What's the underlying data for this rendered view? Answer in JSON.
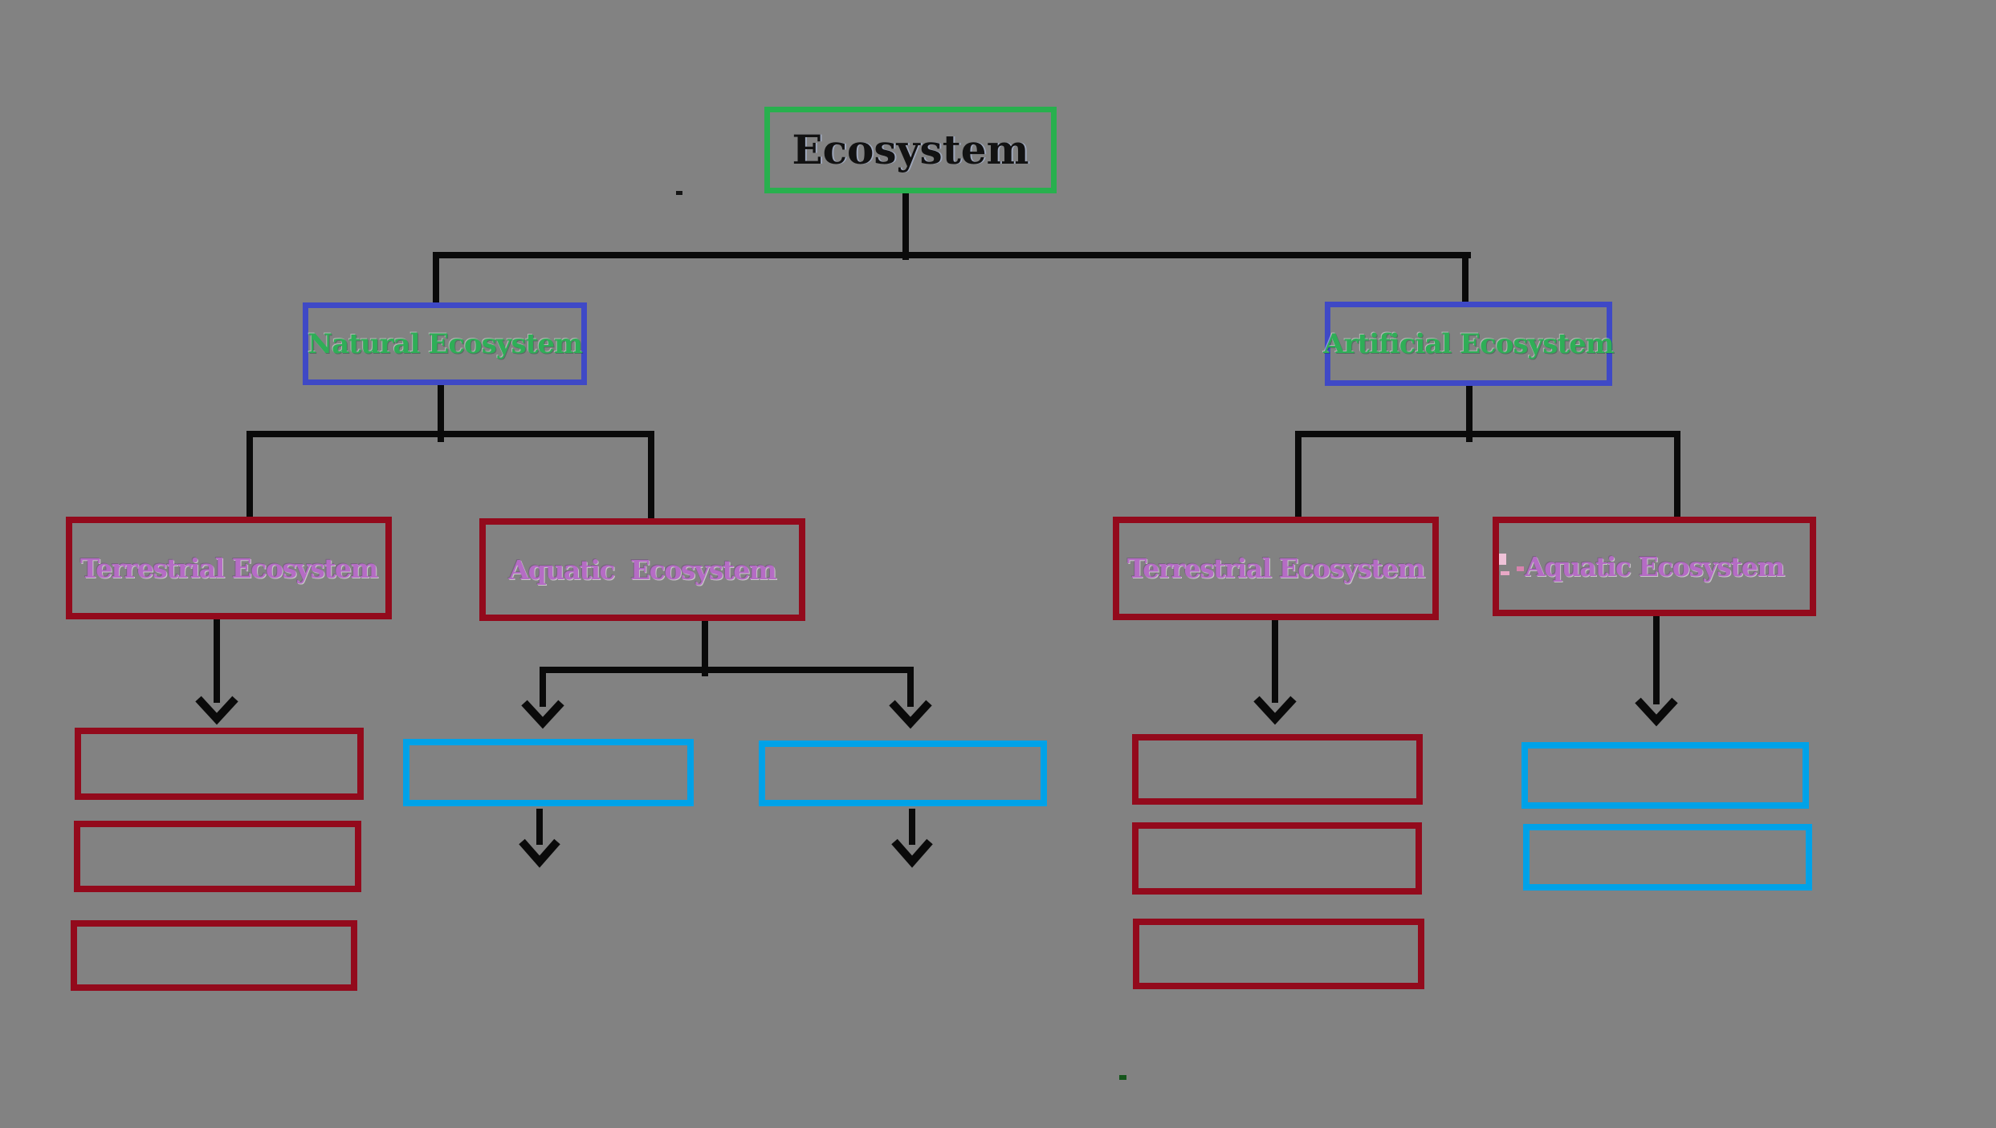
{
  "page": {
    "background_color": "#828282"
  },
  "diagram": {
    "type": "tree-flowchart",
    "root": {
      "label": "Ecosystem",
      "border_color": "#28B04E",
      "text_color": "#121212"
    },
    "level2": {
      "natural": {
        "label": "Natural Ecosystem",
        "border_color": "#3F49C6",
        "text_color": "#2FAE57"
      },
      "artificial": {
        "label": "Artificial Ecosystem",
        "border_color": "#3F49C6",
        "text_color": "#2FAE57"
      }
    },
    "level3": {
      "natural_terrestrial": {
        "label": "Terrestrial Ecosystem",
        "border_color": "#930A1C",
        "text_color": "#B56CC5"
      },
      "natural_aquatic": {
        "label": "Aquatic  Ecosystem",
        "border_color": "#930A1C",
        "text_color": "#B56CC5"
      },
      "artificial_terrestrial": {
        "label": "Terrestrial Ecosystem",
        "border_color": "#930A1C",
        "text_color": "#B56CC5"
      },
      "artificial_aquatic": {
        "label": "Aquatic Ecosystem",
        "border_color": "#930A1C",
        "text_color": "#B56CC5"
      }
    },
    "empty_boxes": {
      "under_natural_terrestrial": {
        "count": 3,
        "border_color": "#930A1C",
        "label": ""
      },
      "under_natural_aquatic": {
        "count": 2,
        "border_color": "#00A2E8",
        "label": ""
      },
      "under_artificial_terrestrial": {
        "count": 3,
        "border_color": "#930A1C",
        "label": ""
      },
      "under_artificial_aquatic": {
        "count": 2,
        "border_color": "#00A2E8",
        "label": ""
      }
    },
    "connector_color": "#0A0A0A"
  }
}
